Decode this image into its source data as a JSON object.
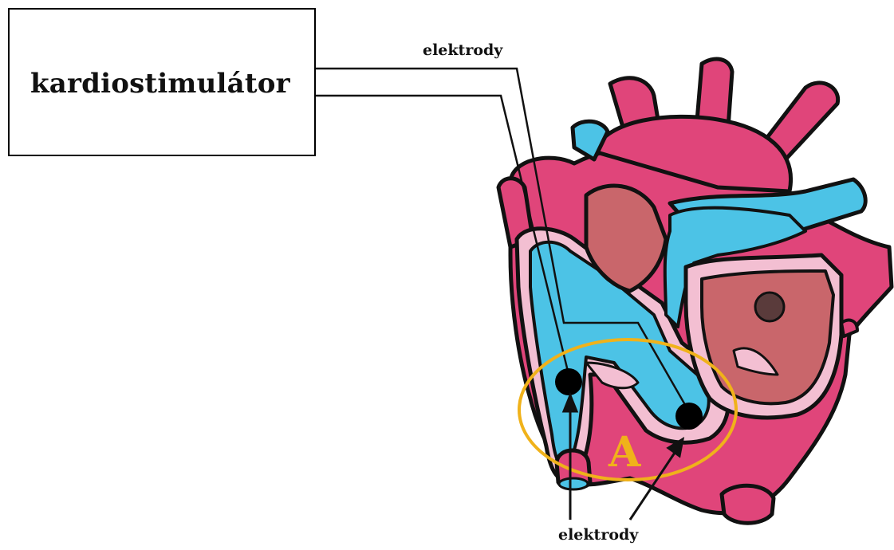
{
  "pacemaker": {
    "label": "kardiostimulátor"
  },
  "labels": {
    "electrodes_top": "elektrody",
    "electrodes_bottom": "elektrody",
    "region_a": "A"
  },
  "colors": {
    "highlight_ellipse": "#f0b21a",
    "oxygenated": "#e0457a",
    "deoxygenated": "#4cc3e6",
    "myocardium_inner": "#f3bfd2",
    "outline": "#111111"
  }
}
